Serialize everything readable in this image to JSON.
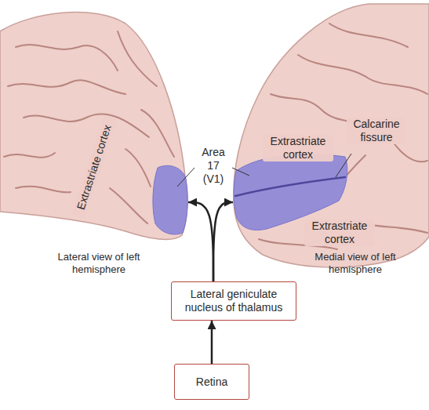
{
  "diagram": {
    "nodes": [
      {
        "text": [
          "Extrastriate cortex",
          "Lateral view of left hemisphere"
        ]
      },
      {
        "text": [
          "Extrastriate cortex",
          "Calcarine fissure",
          "Extrastriate cortex",
          "Medial view of left hemisphere"
        ]
      },
      {
        "text": [
          "Lateral geniculate nucleus of thalamus"
        ]
      },
      {
        "text": [
          "Retina"
        ]
      }
    ],
    "edges": [
      {
        "from": 3,
        "to": 2,
        "arrow": "to"
      },
      {
        "from": 2,
        "to": 0,
        "arrow": "to"
      },
      {
        "from": 2,
        "to": 1,
        "arrow": "to"
      }
    ],
    "labels": [
      "Area 17 (V1)"
    ]
  }
}
